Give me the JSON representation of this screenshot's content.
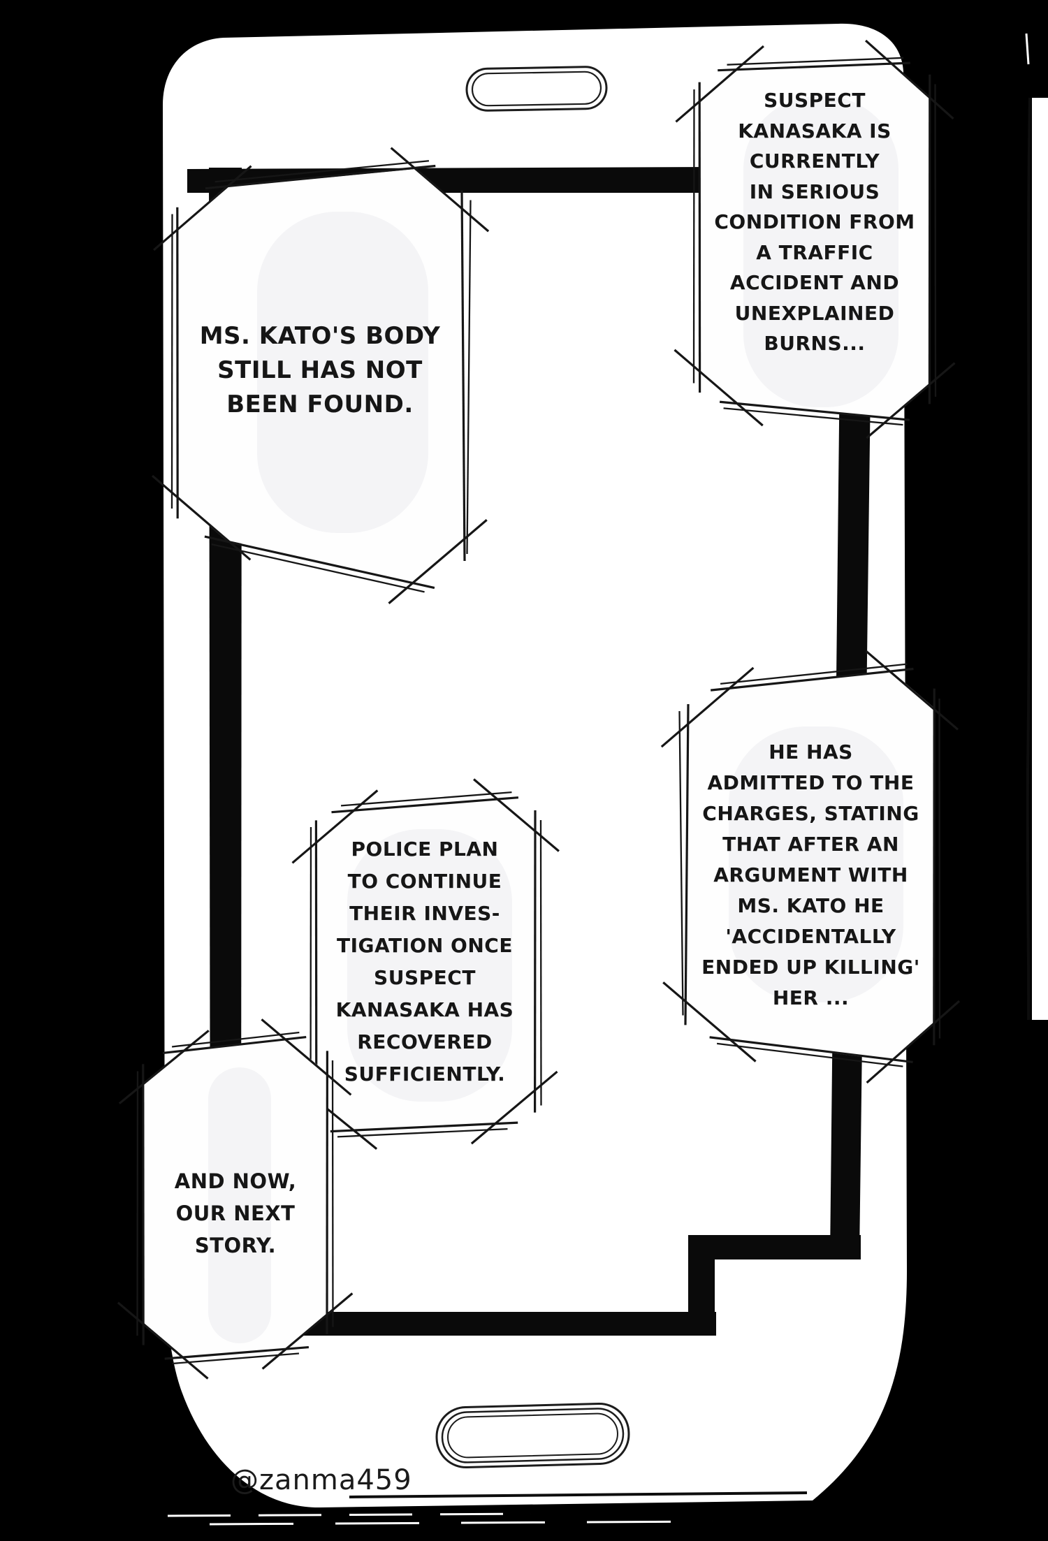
{
  "colors": {
    "background": "#000000",
    "phone_body": "#ffffff",
    "screen_frame": "#0a0a0a",
    "bubble_fill": "#ffffff",
    "bubble_highlight": "#f4f4f6",
    "ink": "#161616"
  },
  "bubbles": [
    {
      "id": "bubble-top-left",
      "text": "MS. KATO'S BODY\nSTILL HAS NOT\nBEEN FOUND."
    },
    {
      "id": "bubble-top-right",
      "text": "SUSPECT\nKANASAKA IS\nCURRENTLY\nIN SERIOUS\nCONDITION FROM\nA TRAFFIC\nACCIDENT AND\nUNEXPLAINED\nBURNS..."
    },
    {
      "id": "bubble-mid-right",
      "text": "HE HAS\nADMITTED TO THE\nCHARGES, STATING\nTHAT AFTER AN\nARGUMENT WITH\nMS. KATO HE\n'ACCIDENTALLY\nENDED UP KILLING'\nHER ..."
    },
    {
      "id": "bubble-center",
      "text": "POLICE PLAN\nTO CONTINUE\nTHEIR INVES-\nTIGATION ONCE\nSUSPECT\nKANASAKA HAS\nRECOVERED\nSUFFICIENTLY."
    },
    {
      "id": "bubble-bottom-left",
      "text": "AND NOW,\nOUR NEXT\nSTORY."
    }
  ],
  "watermark": {
    "handle": "@zanma459"
  }
}
